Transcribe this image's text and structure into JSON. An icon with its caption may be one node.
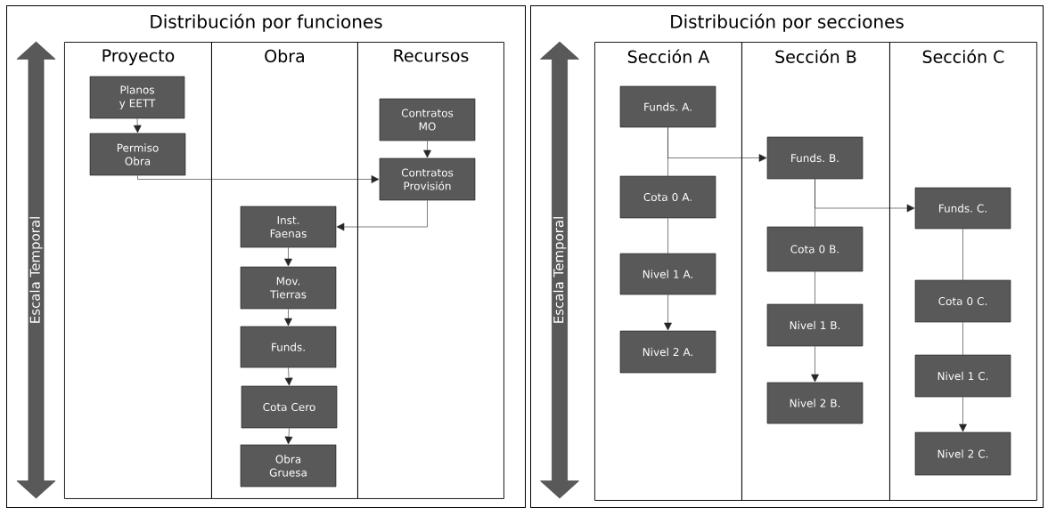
{
  "diagram": {
    "nodes": [
      {
        "text": [
          "Distribución por funciones"
        ]
      },
      {
        "text": [
          "Escala Temporal"
        ],
        "in": 0
      },
      {
        "text": [
          "Proyecto"
        ],
        "in": 0
      },
      {
        "text": [
          "Obra"
        ],
        "in": 0
      },
      {
        "text": [
          "Recursos"
        ],
        "in": 0
      },
      {
        "text": [
          "Planos y EETT"
        ],
        "in": 2
      },
      {
        "text": [
          "Permiso Obra"
        ],
        "in": 2
      },
      {
        "text": [
          "Contratos MO"
        ],
        "in": 4
      },
      {
        "text": [
          "Contratos Provisión"
        ],
        "in": 4
      },
      {
        "text": [
          "Inst. Faenas"
        ],
        "in": 3
      },
      {
        "text": [
          "Mov. Tierras"
        ],
        "in": 3
      },
      {
        "text": [
          "Funds."
        ],
        "in": 3
      },
      {
        "text": [
          "Cota Cero"
        ],
        "in": 3
      },
      {
        "text": [
          "Obra Gruesa"
        ],
        "in": 3
      },
      {
        "text": [
          "Distribución por secciones"
        ]
      },
      {
        "text": [
          "Escala Temporal"
        ],
        "in": 14
      },
      {
        "text": [
          "Sección A"
        ],
        "in": 14
      },
      {
        "text": [
          "Sección B"
        ],
        "in": 14
      },
      {
        "text": [
          "Sección C"
        ],
        "in": 14
      },
      {
        "text": [
          "Funds. A."
        ],
        "in": 16
      },
      {
        "text": [
          "Cota 0 A."
        ],
        "in": 16
      },
      {
        "text": [
          "Nivel 1 A."
        ],
        "in": 16
      },
      {
        "text": [
          "Nivel 2 A."
        ],
        "in": 16
      },
      {
        "text": [
          "Funds. B."
        ],
        "in": 17
      },
      {
        "text": [
          "Cota 0 B."
        ],
        "in": 17
      },
      {
        "text": [
          "Nivel 1 B."
        ],
        "in": 17
      },
      {
        "text": [
          "Nivel 2 B."
        ],
        "in": 17
      },
      {
        "text": [
          "Funds. C."
        ],
        "in": 18
      },
      {
        "text": [
          "Cota 0 C."
        ],
        "in": 18
      },
      {
        "text": [
          "Nivel 1 C."
        ],
        "in": 18
      },
      {
        "text": [
          "Nivel 2 C."
        ],
        "in": 18
      }
    ],
    "edges": [
      {
        "from": 5,
        "to": 6,
        "arrow": "to"
      },
      {
        "from": 7,
        "to": 8,
        "arrow": "to"
      },
      {
        "from": 6,
        "to": 8,
        "arrow": "to"
      },
      {
        "from": 8,
        "to": 9,
        "arrow": "to"
      },
      {
        "from": 9,
        "to": 10,
        "arrow": "to"
      },
      {
        "from": 10,
        "to": 11,
        "arrow": "to"
      },
      {
        "from": 11,
        "to": 12,
        "arrow": "to"
      },
      {
        "from": 12,
        "to": 13,
        "arrow": "to"
      },
      {
        "from": 19,
        "to": 20,
        "arrow": "none"
      },
      {
        "from": 20,
        "to": 21,
        "arrow": "none"
      },
      {
        "from": 21,
        "to": 22,
        "arrow": "to"
      },
      {
        "from": 19,
        "to": 23,
        "arrow": "to"
      },
      {
        "from": 23,
        "to": 24,
        "arrow": "none"
      },
      {
        "from": 24,
        "to": 25,
        "arrow": "none"
      },
      {
        "from": 25,
        "to": 26,
        "arrow": "to"
      },
      {
        "from": 23,
        "to": 27,
        "arrow": "to"
      },
      {
        "from": 27,
        "to": 28,
        "arrow": "none"
      },
      {
        "from": 28,
        "to": 29,
        "arrow": "none"
      },
      {
        "from": 29,
        "to": 30,
        "arrow": "to"
      }
    ]
  }
}
